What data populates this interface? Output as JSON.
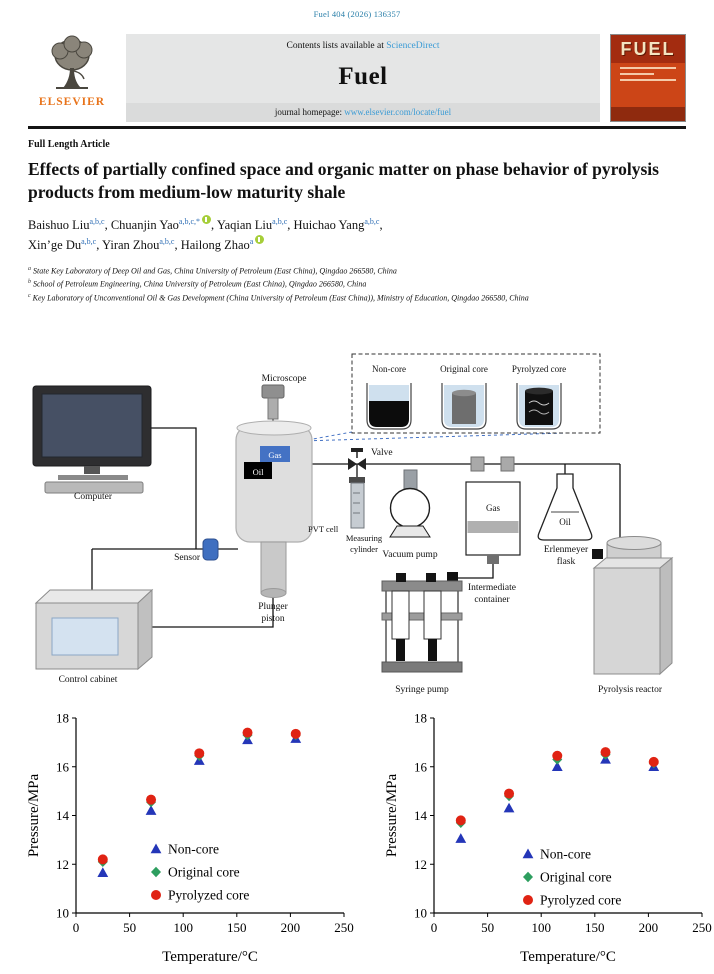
{
  "page": {
    "citation": "Fuel 404 (2026) 136357"
  },
  "header": {
    "publisher": "ELSEVIER",
    "contents": "Contents lists available at",
    "sciencedirect": "ScienceDirect",
    "journal": "Fuel",
    "homepage_label": "journal homepage:",
    "homepage_url": "www.elsevier.com/locate/fuel",
    "cover_word": "FUEL"
  },
  "article": {
    "kind": "Full Length Article",
    "title": "Effects of partially confined space and organic matter on phase behavior of pyrolysis products from medium-low maturity shale",
    "authors": [
      {
        "name": "Baishuo Liu",
        "sup": "a,b,c",
        "sep": ", "
      },
      {
        "name": "Chuanjin Yao",
        "sup": "a,b,c,*",
        "sep": ", "
      },
      {
        "name": "Yaqian Liu",
        "sup": "a,b,c",
        "sep": ", "
      },
      {
        "name": "Huichao Yang",
        "sup": "a,b,c",
        "sep": ","
      },
      {
        "name": "Xin’ge Du",
        "sup": "a,b,c",
        "sep": ", "
      },
      {
        "name": "Yiran Zhou",
        "sup": "a,b,c",
        "sep": ", "
      },
      {
        "name": "Hailong Zhao",
        "sup": "a",
        "sep": ""
      }
    ],
    "affiliations": [
      {
        "mark": "a",
        "text": "State Key Laboratory of Deep Oil and Gas, China University of Petroleum (East China), Qingdao 266580, China"
      },
      {
        "mark": "b",
        "text": "School of Petroleum Engineering, China University of Petroleum (East China), Qingdao 266580, China"
      },
      {
        "mark": "c",
        "text": "Key Laboratory of Unconventional Oil & Gas Development (China University of Petroleum (East China)), Ministry of Education, Qingdao 266580, China"
      }
    ]
  },
  "figure": {
    "labels": {
      "non_core": "Non-core",
      "original_core": "Original core",
      "pyrolyzed_core": "Pyrolyzed core",
      "microscope": "Microscope",
      "computer": "Computer",
      "sensor": "Sensor",
      "pvt_cell": "PVT cell",
      "gas": "Gas",
      "oil": "Oil",
      "valve": "Valve",
      "measuring_1": "Measuring",
      "measuring_2": "cylinder",
      "vacuum_pump": "Vacuum pump",
      "plunger_1": "Plunger",
      "plunger_2": "piston",
      "intermediate_1": "Intermediate",
      "intermediate_2": "container",
      "container_gas": "Gas",
      "flask_oil": "Oil",
      "erlenmeyer_1": "Erlenmeyer",
      "erlenmeyer_2": "flask",
      "pyrolysis_reactor": "Pyrolysis reactor",
      "syringe_pump": "Syringe pump",
      "control_cabinet": "Control cabinet"
    }
  },
  "chart_data": [
    {
      "type": "scatter",
      "xlabel": "Temperature/°C",
      "ylabel": "Pressure/MPa",
      "xlim": [
        0,
        250
      ],
      "ylim": [
        10,
        18
      ],
      "xticks": [
        0,
        50,
        100,
        150,
        200,
        250
      ],
      "yticks": [
        10,
        12,
        14,
        16,
        18
      ],
      "legend_position": "inside-right-bottom",
      "series": [
        {
          "name": "Non-core",
          "marker": "triangle",
          "color": "#2436b8",
          "points": [
            [
              25,
              11.65
            ],
            [
              70,
              14.2
            ],
            [
              115,
              16.25
            ],
            [
              160,
              17.1
            ],
            [
              205,
              17.15
            ]
          ]
        },
        {
          "name": "Original core",
          "marker": "diamond",
          "color": "#2d9e5f",
          "points": [
            [
              25,
              12.1
            ],
            [
              70,
              14.55
            ],
            [
              115,
              16.45
            ],
            [
              160,
              17.3
            ],
            [
              205,
              17.3
            ]
          ]
        },
        {
          "name": "Pyrolyzed core",
          "marker": "circle",
          "color": "#e02313",
          "points": [
            [
              25,
              12.2
            ],
            [
              70,
              14.65
            ],
            [
              115,
              16.55
            ],
            [
              160,
              17.4
            ],
            [
              205,
              17.35
            ]
          ]
        }
      ]
    },
    {
      "type": "scatter",
      "xlabel": "Temperature/°C",
      "ylabel": "Pressure/MPa",
      "xlim": [
        0,
        250
      ],
      "ylim": [
        10,
        18
      ],
      "xticks": [
        0,
        50,
        100,
        150,
        200,
        250
      ],
      "yticks": [
        10,
        12,
        14,
        16,
        18
      ],
      "legend_position": "inside-right-bottom",
      "series": [
        {
          "name": "Non-core",
          "marker": "triangle",
          "color": "#2436b8",
          "points": [
            [
              25,
              13.05
            ],
            [
              70,
              14.3
            ],
            [
              115,
              16.0
            ],
            [
              160,
              16.3
            ],
            [
              205,
              16.0
            ]
          ]
        },
        {
          "name": "Original core",
          "marker": "diamond",
          "color": "#2d9e5f",
          "points": [
            [
              25,
              13.7
            ],
            [
              70,
              14.8
            ],
            [
              115,
              16.3
            ],
            [
              160,
              16.5
            ],
            [
              205,
              16.15
            ]
          ]
        },
        {
          "name": "Pyrolyzed core",
          "marker": "circle",
          "color": "#e02313",
          "points": [
            [
              25,
              13.8
            ],
            [
              70,
              14.9
            ],
            [
              115,
              16.45
            ],
            [
              160,
              16.6
            ],
            [
              205,
              16.2
            ]
          ]
        }
      ]
    }
  ]
}
